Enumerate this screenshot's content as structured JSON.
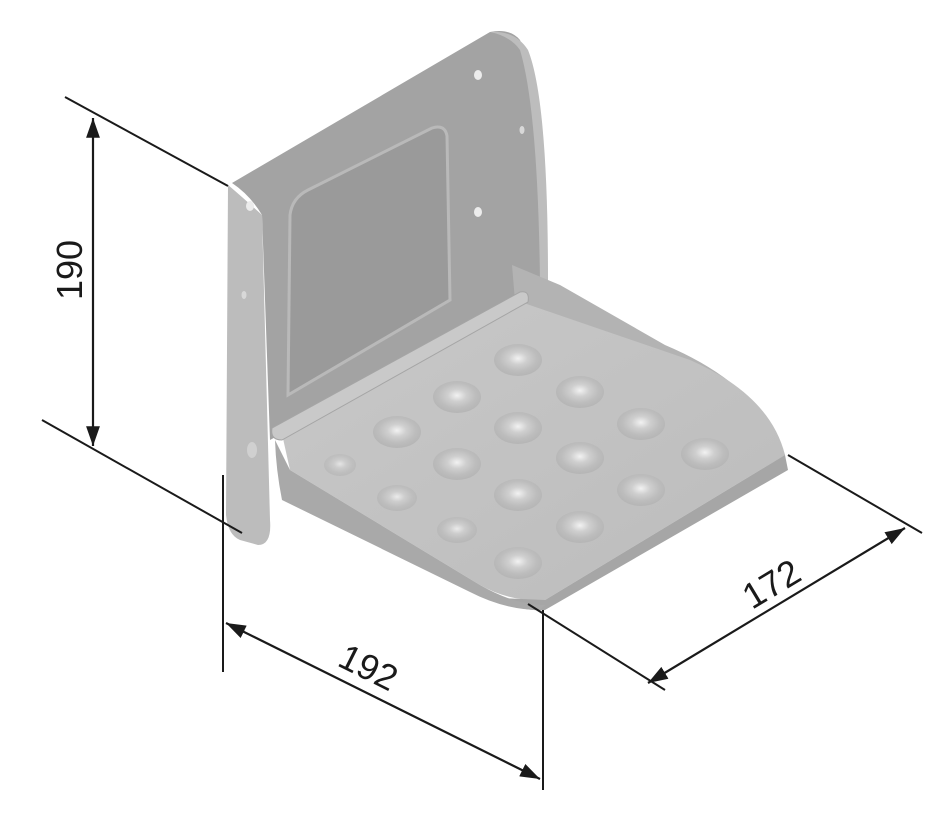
{
  "figure": {
    "subject": "Step bracket with perforated tread plate (isometric view)",
    "colors": {
      "background": "#ffffff",
      "dim_line": "#1a1a1a",
      "metal_light": "#c4c4c4",
      "metal_mid": "#a9a9a9",
      "metal_dark": "#8e8e8e",
      "metal_edge": "#b8b8b8"
    },
    "dimensions": {
      "height": {
        "label": "190",
        "orientation": "vertical"
      },
      "width": {
        "label": "192",
        "orientation": "diagonal-left"
      },
      "depth": {
        "label": "172",
        "orientation": "diagonal-right"
      }
    },
    "tread": {
      "dimple_rows": 5,
      "dimple_count": 16
    },
    "back_plate": {
      "mounting_holes": 6,
      "embossed_panel": true
    }
  }
}
